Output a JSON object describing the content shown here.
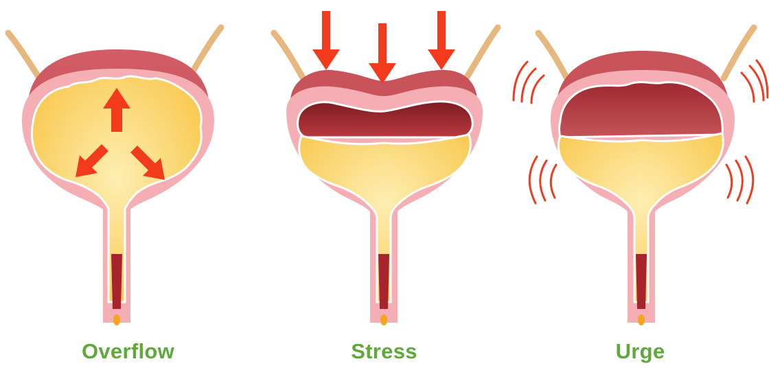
{
  "colors": {
    "label": "#5fa83a",
    "arrow": "#f23a1c",
    "outer_wall": "#c9535b",
    "outer_wall_light": "#e07880",
    "pink_lining": "#f4aeb4",
    "lining_edge": "#ffffff",
    "urine": "#fbd46a",
    "urine_light": "#fde9a6",
    "dark_cavity": "#a8242c",
    "ureter": "#e7b87e",
    "urethra_flow": "#f3a61d"
  },
  "panels": [
    {
      "label": "Overflow",
      "arrow_icon": "expand-arrows-icon"
    },
    {
      "label": "Stress",
      "arrow_icon": "down-pressure-arrows-icon"
    },
    {
      "label": "Urge",
      "arrow_icon": "vibration-lines-icon"
    }
  ]
}
